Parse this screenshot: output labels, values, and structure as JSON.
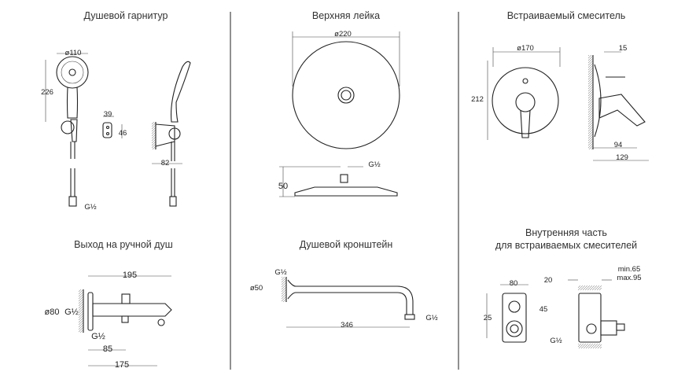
{
  "panels": {
    "hand_shower_set": {
      "title": "Душевой гарнитур",
      "dims": {
        "d110": "ø110",
        "h226": "226",
        "w39": "39",
        "h46": "46",
        "w82": "82",
        "thread": "G½"
      }
    },
    "head_shower": {
      "title": "Верхняя лейка",
      "dims": {
        "d220": "ø220",
        "thread": "G½",
        "h50": "50"
      }
    },
    "concealed_mixer": {
      "title": "Встраиваемый смеситель",
      "dims": {
        "d170": "ø170",
        "w15": "15",
        "h212": "212",
        "w94": "94",
        "w129": "129"
      }
    },
    "hand_shower_outlet": {
      "title": "Выход на ручной душ",
      "dims": {
        "w195": "195",
        "d80": "ø80",
        "thread1": "G½",
        "thread2": "G½",
        "w85": "85",
        "w175": "175"
      }
    },
    "shower_arm": {
      "title": "Душевой кронштейн",
      "dims": {
        "d50": "ø50",
        "thread1": "G½",
        "thread2": "G½",
        "w346": "346"
      }
    },
    "concealed_body": {
      "title_line1": "Внутренняя часть",
      "title_line2": "для встраиваемых смесителей",
      "dims": {
        "w80": "80",
        "w20": "20",
        "h45": "45",
        "h25": "25",
        "thread": "G½",
        "min": "min.65",
        "max": "max.95"
      }
    }
  }
}
